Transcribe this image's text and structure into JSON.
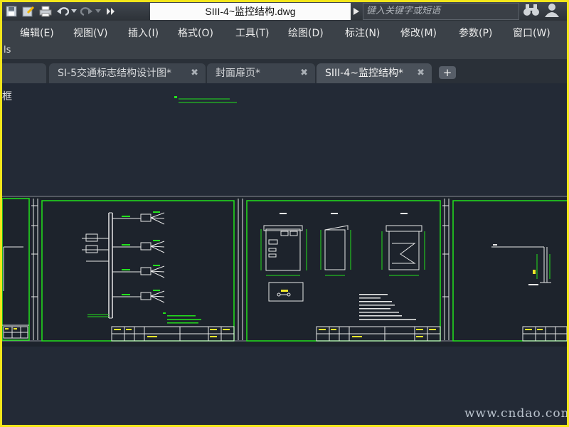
{
  "window": {
    "doc_title": "SIII-4~监控结构.dwg",
    "search_placeholder": "键入关键字或短语"
  },
  "menu": {
    "items": [
      "编辑(E)",
      "视图(V)",
      "插入(I)",
      "格式(O)",
      "工具(T)",
      "绘图(D)",
      "标注(N)",
      "修改(M)",
      "参数(P)",
      "窗口(W)"
    ]
  },
  "subbar": {
    "text": "ls"
  },
  "tabs": [
    {
      "label": "SI-5交通标志结构设计图*",
      "active": false
    },
    {
      "label": "封面扉页*",
      "active": false
    },
    {
      "label": "SIII-4~监控结构*",
      "active": true
    }
  ],
  "canvas": {
    "partial_label": "框",
    "watermark": "www.cndao.com"
  },
  "colors": {
    "border": "#f3e61a",
    "canvas_bg": "#232a36",
    "drawing_green": "#22e21c",
    "drawing_white": "#e8e8e8",
    "drawing_yellow": "#f0e62a"
  }
}
